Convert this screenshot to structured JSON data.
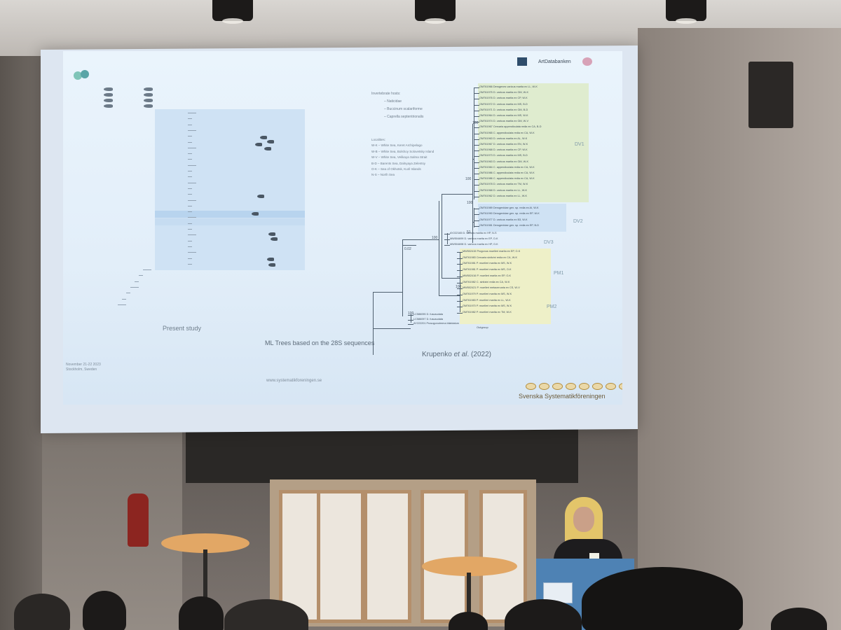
{
  "slide": {
    "caption_left": "Present study",
    "caption_center": "ML Trees based on the 28S sequences",
    "caption_right_prefix": "Krupenko ",
    "caption_right_italic": "et al",
    "caption_right_suffix": ". (2022)",
    "date_line1": "November 21-22 2023",
    "date_line2": "Stockholm, Sweden",
    "website": "www.systematikforeningen.se",
    "org_name": "Svenska Systematikföreningen",
    "header_logo": "ArtDatabanken",
    "host_legend_title": "Invertebrate hosts:",
    "host_legend": [
      "– Naticidae",
      "– Buccinum scalariforme",
      "– Caprella septentrionalis"
    ],
    "loc_legend_title": "Localities:",
    "loc_legend": [
      "W-K – White Sea, Keret Archipelago",
      "W-B – White Sea, Bolshoy Solovetsky Island",
      "W-V – White Sea, Velikaya Salma Strait",
      "B-D – Barents Sea, Dalnyaya Zelentsy",
      "O-K – Sea of Okhotsk, Kuril Islands",
      "N-S – North Sea"
    ],
    "tree_right": {
      "scale": "0.02",
      "bootstrap": [
        "100",
        "100",
        "100",
        "100",
        "51",
        "100",
        "100"
      ],
      "clade_labels": [
        "DV1",
        "DV2",
        "DV3",
        "PM1",
        "PM2"
      ],
      "outgroup": "Outgroup",
      "taxa_dv1": [
        "OM761966 Derogenes varicus marita ex LL, W-K",
        "OM761975 D. varicus marita ex GM, W-K",
        "OM761976 D. varicus marita ex CP, W-K",
        "OM761972 D. varicus marita ex MS, B-D",
        "OM761971 D. varicus marita ex GM, B-D",
        "OM761964 D. varicus marita ex MS, W-K",
        "OM761974 D. varicus marita ex GM, W-V",
        "OM761967 Cercaria appendiculata redia ex CA, B-D",
        "OM761965 C. appendiculata redia ex CA, W-K",
        "OM761963 D. varicus marita ex AL, W-K",
        "OM761967 D. varicus marita ex EN, W-K",
        "OM761968 D. varicus marita ex CP, W-K",
        "OM761973 D. varicus marita ex MS, B-D",
        "OM761963 D. varicus marita ex GM, W-K",
        "OM761984 C. appendiculata redia ex CA, W-K",
        "OM761986 C. appendiculata redia ex CA, W-K",
        "OM761986 C. appendiculata redia ex CA, W-K",
        "OM761978 D. varicus marita ex TM, W-K",
        "OM761968 D. varicus marita ex LL, W-K",
        "OM761962 D. varicus marita ex LL, W-K"
      ],
      "taxa_dv2": [
        "OM761989 Derogenidae gen. sp. redia ex AI, W-K",
        "OM761990 Derogenidae gen. sp. redia ex EP, W-K",
        "OM761977 D. varicus marita ex B3, W-K",
        "OM761981 Derogenidae gen. sp. redia ex EP, B-D"
      ],
      "taxa_dv3": [
        "AY222165 D. varicus marita ex HP, N-S",
        "MW504699 D. varicus marita ex EP, O-K",
        "MW504698 D. varicus marita ex HP, O-K"
      ],
      "taxa_pm": [
        "MW502415 Progonus muelleri marita ex EP, O-K",
        "OM761983 Cercaria sinitzini redia ex CA, W-K",
        "OM761981 P. muelleri marita ex MS, W-K",
        "OM761981 P. muelleri marita ex MS, O-K",
        "MW502416 P. muelleri marita ex EP, O-K",
        "OM761982 C. sinitzini redia ex CA, W-K",
        "MW502421 P. muelleri metacercaria ex CS, W-V",
        "OM761979 P. muelleri marita ex MS, W-K",
        "OM761983 P. muelleri marita ex LL, W-K",
        "OM761970 P. muelleri marita ex MS, W-K",
        "OM761982 P. muelleri marita ex TM, W-K"
      ],
      "taxa_out": [
        "LC586095 D. fuscaudata",
        "LC586097 D. fuscaudata",
        "AY222201 Prosogonotrema bilabiatum"
      ]
    }
  },
  "colors": {
    "slide_bg": "#e2eef9",
    "clade_green": "#dfeccf",
    "clade_blue": "#cfe2f4",
    "clade_yellow": "#eef0c8",
    "lectern": "#4e82b4",
    "table": "#e2a765"
  }
}
